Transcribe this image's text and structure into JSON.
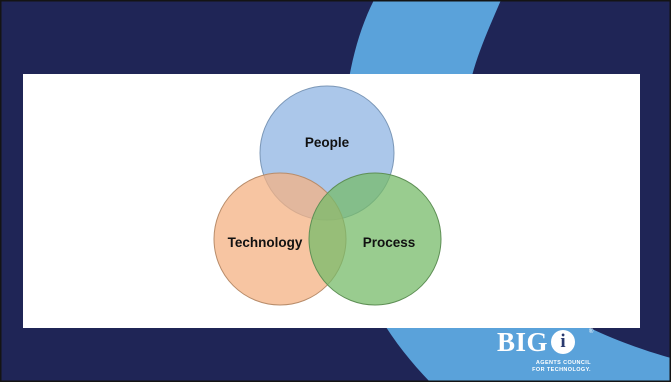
{
  "theme": {
    "navy": "#1f2556",
    "sky_blue": "#5aa2da",
    "border": "#141414"
  },
  "venn": {
    "circles": [
      {
        "label": "People",
        "color": "#8fb4e3"
      },
      {
        "label": "Technology",
        "color": "#f4b183"
      },
      {
        "label": "Process",
        "color": "#77bb6a"
      }
    ]
  },
  "logo": {
    "wordmark": "BIG",
    "badge_letter": "i",
    "registered": "®",
    "tagline_line1": "AGENTS COUNCIL",
    "tagline_line2": "FOR TECHNOLOGY."
  }
}
